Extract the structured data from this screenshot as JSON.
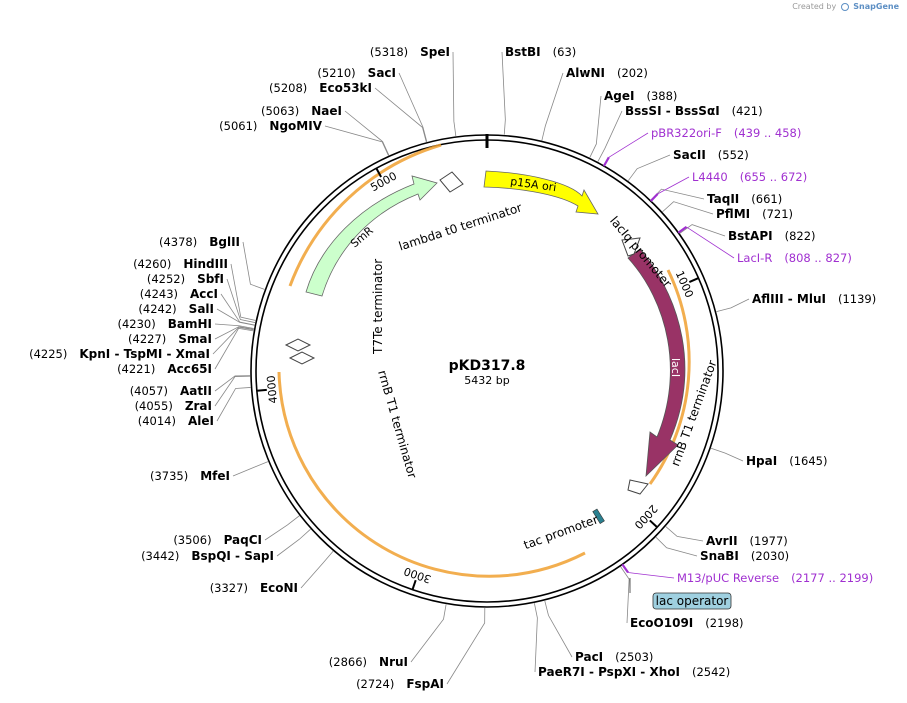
{
  "credit": {
    "prefix": "Created by",
    "brand": "SnapGene"
  },
  "plasmid": {
    "name": "pKD317.8",
    "length_label": "5432 bp",
    "length": 5432
  },
  "ticks": [
    {
      "pos": 1000,
      "label": "1000"
    },
    {
      "pos": 2000,
      "label": "2000"
    },
    {
      "pos": 3000,
      "label": "3000"
    },
    {
      "pos": 4000,
      "label": "4000"
    },
    {
      "pos": 5000,
      "label": "5000"
    }
  ],
  "sites": [
    {
      "name": "BstBI",
      "pos": "(63)",
      "bp": 63
    },
    {
      "name": "AlwNI",
      "pos": "(202)",
      "bp": 202
    },
    {
      "name": "AgeI",
      "pos": "(388)",
      "bp": 388
    },
    {
      "name": "BssSI  -  BssSαI",
      "pos": "(421)",
      "bp": 421
    },
    {
      "name": "SacII",
      "pos": "(552)",
      "bp": 552
    },
    {
      "name": "TaqII",
      "pos": "(661)",
      "bp": 661
    },
    {
      "name": "PflMI",
      "pos": "(721)",
      "bp": 721
    },
    {
      "name": "BstAPI",
      "pos": "(822)",
      "bp": 822
    },
    {
      "name": "AflIII   -  MluI",
      "pos": "(1139)",
      "bp": 1139
    },
    {
      "name": "HpaI",
      "pos": "(1645)",
      "bp": 1645
    },
    {
      "name": "AvrII",
      "pos": "(1977)",
      "bp": 1977
    },
    {
      "name": "SnaBI",
      "pos": "(2030)",
      "bp": 2030
    },
    {
      "name": "EcoO109I",
      "pos": "(2198)",
      "bp": 2198
    },
    {
      "name": "PacI",
      "pos": "(2503)",
      "bp": 2503
    },
    {
      "name": "PaeR7I  -  PspXI  -  XhoI",
      "pos": "(2542)",
      "bp": 2542
    },
    {
      "name": "FspAI",
      "pos": "(2724)",
      "bp": 2724
    },
    {
      "name": "NruI",
      "pos": "(2866)",
      "bp": 2866
    },
    {
      "name": "EcoNI",
      "pos": "(3327)",
      "bp": 3327
    },
    {
      "name": "BspQI  -  SapI",
      "pos": "(3442)",
      "bp": 3442
    },
    {
      "name": "PaqCI",
      "pos": "(3506)",
      "bp": 3506
    },
    {
      "name": "MfeI",
      "pos": "(3735)",
      "bp": 3735
    },
    {
      "name": "AleI",
      "pos": "(4014)",
      "bp": 4014
    },
    {
      "name": "ZraI",
      "pos": "(4055)",
      "bp": 4055
    },
    {
      "name": "AatII",
      "pos": "(4057)",
      "bp": 4057
    },
    {
      "name": "Acc65I",
      "pos": "(4221)",
      "bp": 4221
    },
    {
      "name": "KpnI  -  TspMI  -  XmaI",
      "pos": "(4225)",
      "bp": 4225
    },
    {
      "name": "SmaI",
      "pos": "(4227)",
      "bp": 4227
    },
    {
      "name": "BamHI",
      "pos": "(4230)",
      "bp": 4230
    },
    {
      "name": "SalI",
      "pos": "(4242)",
      "bp": 4242
    },
    {
      "name": "AccI",
      "pos": "(4243)",
      "bp": 4243
    },
    {
      "name": "SbfI",
      "pos": "(4252)",
      "bp": 4252
    },
    {
      "name": "HindIII",
      "pos": "(4260)",
      "bp": 4260
    },
    {
      "name": "BglII",
      "pos": "(4378)",
      "bp": 4378
    },
    {
      "name": "NgoMIV",
      "pos": "(5061)",
      "bp": 5061
    },
    {
      "name": "NaeI",
      "pos": "(5063)",
      "bp": 5063
    },
    {
      "name": "Eco53kI",
      "pos": "(5208)",
      "bp": 5208
    },
    {
      "name": "SacI",
      "pos": "(5210)",
      "bp": 5210
    },
    {
      "name": "SpeI",
      "pos": "(5318)",
      "bp": 5318
    }
  ],
  "primers": [
    {
      "name": "pBR322ori-F",
      "range": "(439 .. 458)",
      "bp": 448
    },
    {
      "name": "L4440",
      "range": "(655 .. 672)",
      "bp": 663
    },
    {
      "name": "LacI-R",
      "range": "(808 .. 827)",
      "bp": 817
    },
    {
      "name": "M13/pUC Reverse",
      "range": "(2177 .. 2199)",
      "bp": 2188
    }
  ],
  "features": [
    {
      "name": "p15A ori",
      "color": "#ffff00"
    },
    {
      "name": "lacI",
      "color": "#993366"
    },
    {
      "name": "SmR",
      "color": "#ccffcc"
    },
    {
      "name": "lambda t0 terminator"
    },
    {
      "name": "lacIq promoter"
    },
    {
      "name": "rrnB T1 terminator"
    },
    {
      "name": "tac promoter"
    },
    {
      "name": "T7Te terminator"
    },
    {
      "name": "rrnB T1 terminator"
    },
    {
      "name": "lac operator",
      "color": "#9fd0e0"
    }
  ],
  "colors": {
    "backbone": "#000000",
    "orf": "#f0a030",
    "primer": "#a030d0"
  }
}
